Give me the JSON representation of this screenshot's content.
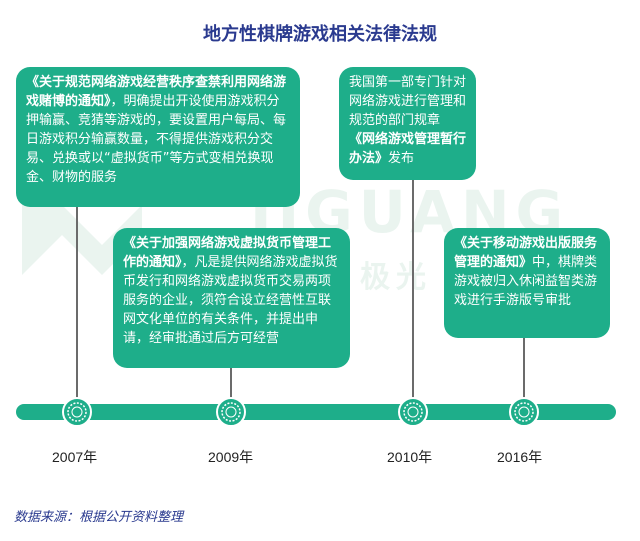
{
  "title": "地方性棋牌游戏相关法律法规",
  "watermark": {
    "latin": "JIGUANG",
    "cn": "极光"
  },
  "events": [
    {
      "year": "2007年",
      "doc": "《关于规范网络游戏经营秩序查禁利用网络游戏赌博的通知》",
      "text": "，明确提出开设使用游戏积分押输赢、竞猜等游戏的，要设置用户每局、每日游戏积分输赢数量，不得提供游戏积分交易、兑换或以“虚拟货币”等方式变相兑换现金、财物的服务"
    },
    {
      "year": "2009年",
      "doc": "《关于加强网络游戏虚拟货币管理工作的通知》",
      "text": "，凡是提供网络游戏虚拟货币发行和网络游戏虚拟货币交易两项服务的企业，须符合设立经营性互联网文化单位的有关条件，并提出申请，经审批通过后方可经营"
    },
    {
      "year": "2010年",
      "pre": "我国第一部专门针对网络游戏进行管理和规范的部门规章",
      "doc": "《网络游戏管理暂行办法》",
      "text": "发布"
    },
    {
      "year": "2016年",
      "doc": "《关于移动游戏出版服务管理的通知》",
      "text": "中，棋牌类游戏被归入休闲益智类游戏进行手游版号审批"
    }
  ],
  "source": "数据来源：根据公开资料整理",
  "colors": {
    "accent": "#1eae8a",
    "title": "#2a3a8f"
  }
}
